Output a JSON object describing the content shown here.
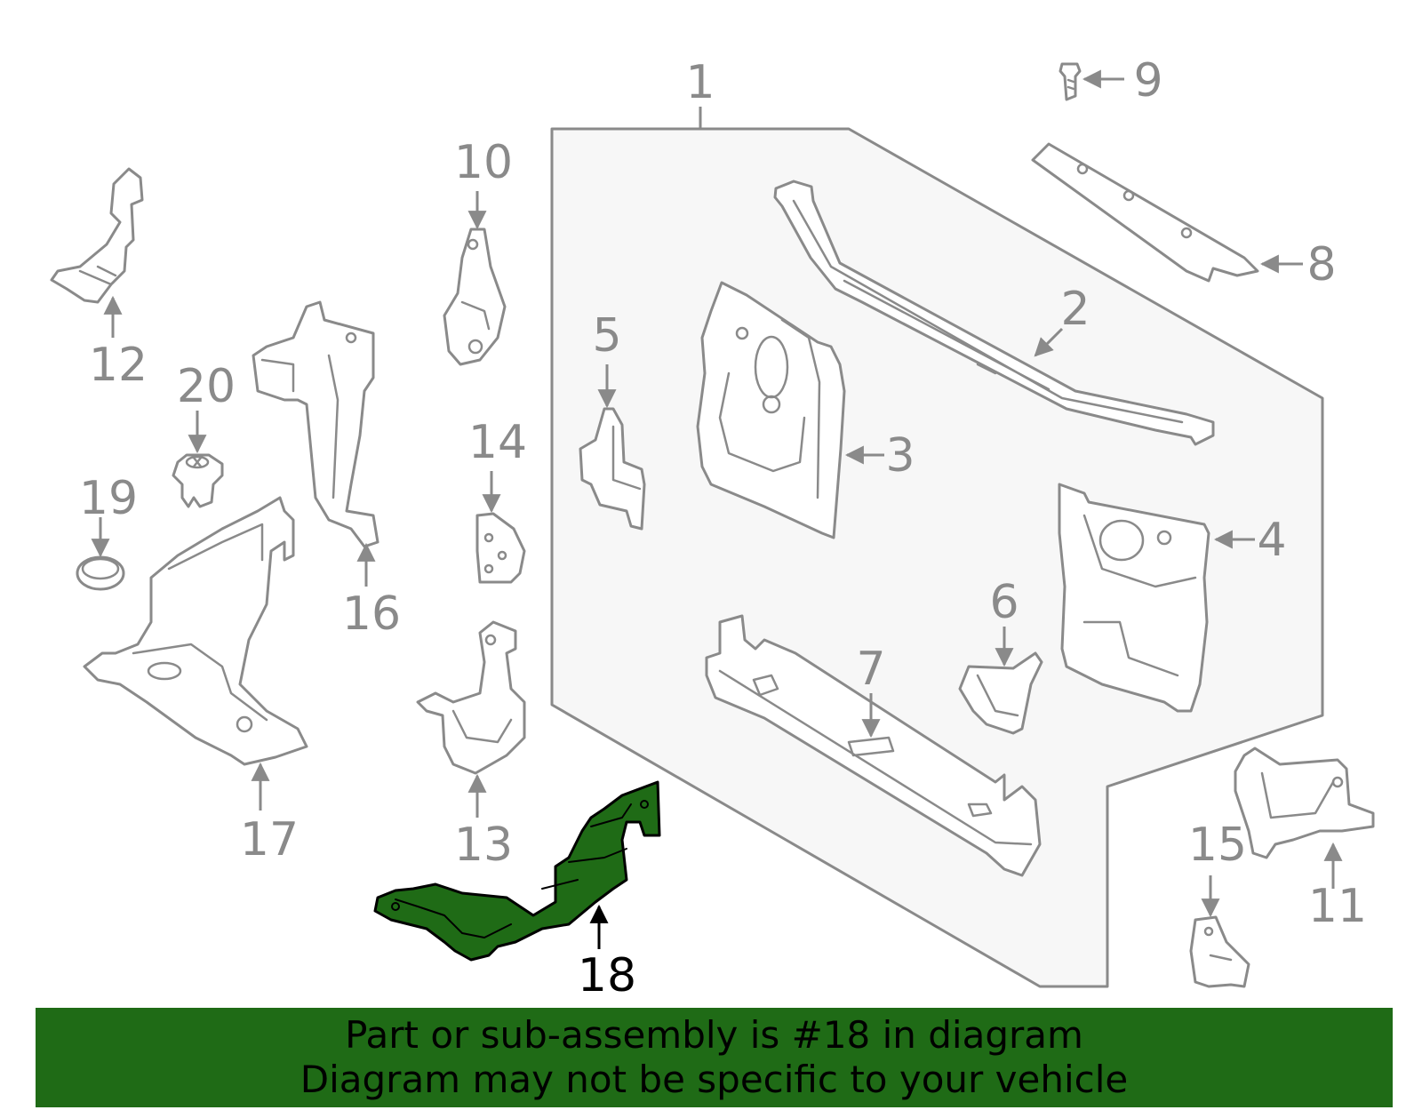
{
  "diagram": {
    "highlighted_part": "18",
    "callouts": [
      "1",
      "2",
      "3",
      "4",
      "5",
      "6",
      "7",
      "8",
      "9",
      "10",
      "11",
      "12",
      "13",
      "14",
      "15",
      "16",
      "17",
      "18",
      "19",
      "20"
    ]
  },
  "banner": {
    "line1": "Part or sub-assembly is #18 in diagram",
    "line2": "Diagram may not be specific to your vehicle"
  },
  "colors": {
    "highlight": "#1f6b16",
    "line_art": "#8a8a8a",
    "banner_background": "#1f6b16"
  }
}
